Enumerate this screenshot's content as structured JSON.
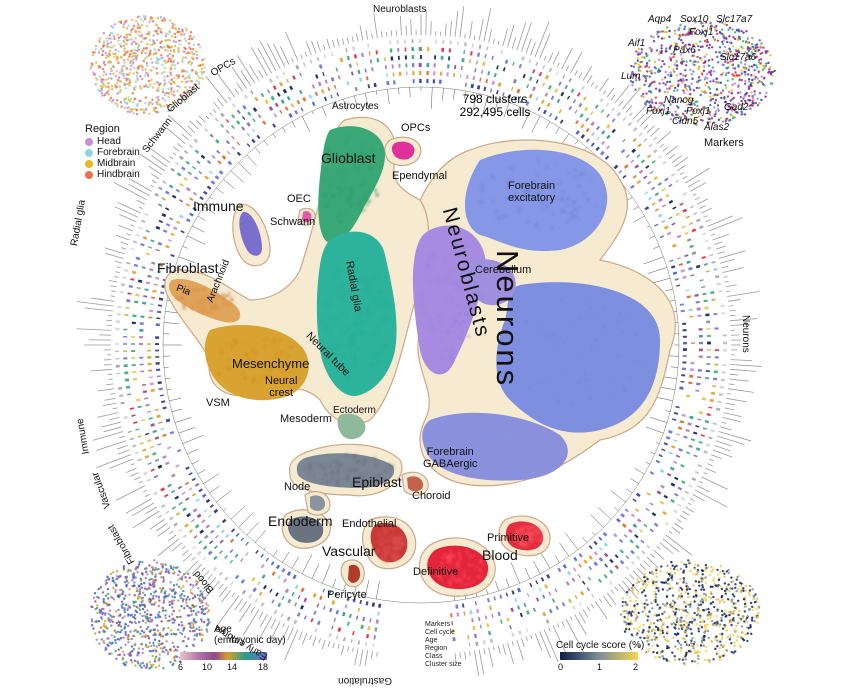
{
  "header": {
    "clusters": "798 clusters",
    "cells": "292,495 cells"
  },
  "big_labels": {
    "neurons": "Neurons",
    "neuroblasts": "Neuroblasts"
  },
  "ring_labels": {
    "neuroblasts": "Neuroblasts",
    "opcs": "OPCs",
    "glioblast": "Glioblast",
    "schwann": "Schwann",
    "radial_glia": "Radial glia",
    "neurons": "Neurons",
    "immune": "Immune",
    "vascular": "Vascular",
    "fibroblast": "Fibroblast",
    "blood": "Blood",
    "early_embryo": "Early embryo",
    "gastrulation": "Gastrulation"
  },
  "clusters": {
    "astrocytes": "Astrocytes",
    "opcs": "OPCs",
    "glioblast": "Glioblast",
    "ependymal": "Ependymal",
    "oec": "OEC",
    "schwann": "Schwann",
    "immune": "Immune",
    "fibroblast": "Fibroblast",
    "pia": "Pia",
    "arachnoid": "Arachnoid",
    "radial_glia": "Radial glia",
    "neural_tube": "Neural tube",
    "mesenchyme": "Mesenchyme",
    "neural_crest": "Neural\ncrest",
    "vsm": "VSM",
    "mesoderm": "Mesoderm",
    "ectoderm": "Ectoderm",
    "forebrain_excitatory": "Forebrain\nexcitatory",
    "cerebellum": "Cerebellum",
    "forebrain_gabaergic": "Forebrain\nGABAergic",
    "node": "Node",
    "epiblast": "Epiblast",
    "choroid": "Choroid",
    "endoderm": "Endoderm",
    "endothelial": "Endothelial",
    "vascular": "Vascular",
    "primitive": "Primitive",
    "blood": "Blood",
    "definitive": "Definitive",
    "pericyte": "Pericyte"
  },
  "region_legend": {
    "title": "Region",
    "items": [
      {
        "label": "Head",
        "color": "#c58fd6"
      },
      {
        "label": "Forebrain",
        "color": "#8fd5e0"
      },
      {
        "label": "Midbrain",
        "color": "#e8b81c"
      },
      {
        "label": "Hindbrain",
        "color": "#ef6f4c"
      }
    ]
  },
  "markers": {
    "title": "Markers",
    "genes": [
      "Aqp4",
      "Sox10",
      "Slc17a7",
      "Foxj1",
      "Aif1",
      "Pax6",
      "Slc17a6",
      "Lum",
      "Nanog",
      "Foxj1",
      "Gad2",
      "Foxj1",
      "Cldn5",
      "Alas2"
    ]
  },
  "age_legend": {
    "title": "Age\n(embryonic day)",
    "ticks": [
      "6",
      "10",
      "14",
      "18"
    ]
  },
  "cell_cycle_legend": {
    "title": "Cell cycle score (%)",
    "ticks": [
      "0",
      "1",
      "2"
    ]
  },
  "tracks": [
    "Markers",
    "Cell cycle",
    "Age",
    "Region",
    "Class",
    "Cluster size"
  ],
  "colors": {
    "neurons": "#7f8fe0",
    "neuroblasts": "#a58ae0",
    "glia": "#3aaa7a",
    "radial": "#2eb4a0",
    "mesenchyme": "#d9a332",
    "blood": "#e8293a",
    "endoderm": "#6b7280",
    "halo": "#f6ead0"
  }
}
